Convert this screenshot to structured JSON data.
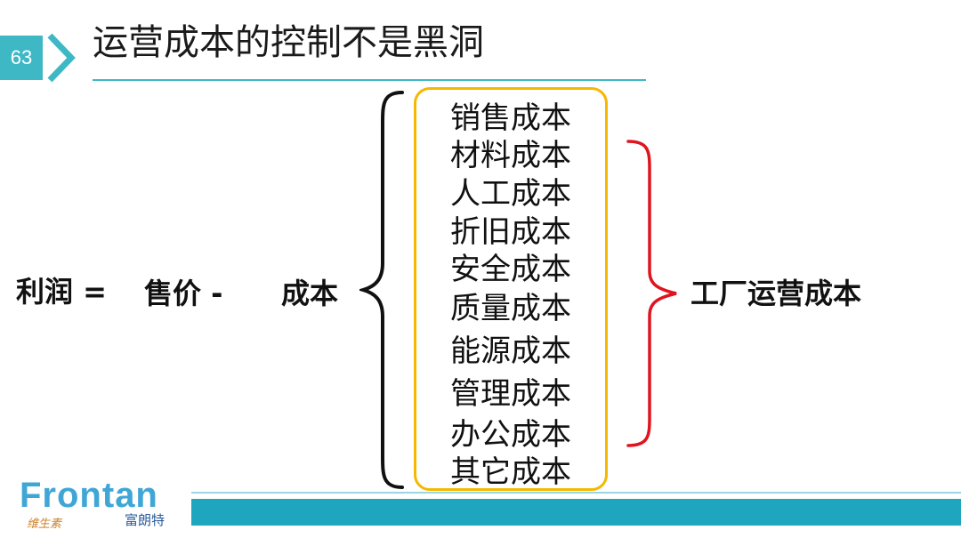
{
  "slide": {
    "number": "63",
    "title": "运营成本的控制不是黑洞"
  },
  "formula": {
    "profit": "利润 =",
    "price": "售价 -",
    "cost": "成本"
  },
  "cost_items": [
    "销售成本",
    "材料成本",
    "人工成本",
    "折旧成本",
    "安全成本",
    "质量成本",
    "能源成本",
    "管理成本",
    "办公成本",
    "其它成本"
  ],
  "group_label": "工厂运营成本",
  "logo": {
    "brand": "Frontan",
    "chinese": "富朗特",
    "sub": "维生素"
  },
  "colors": {
    "accent_teal": "#3fb8c6",
    "box_yellow": "#f5b800",
    "brace_red": "#e0141e",
    "bar_teal": "#1fa6bf"
  }
}
